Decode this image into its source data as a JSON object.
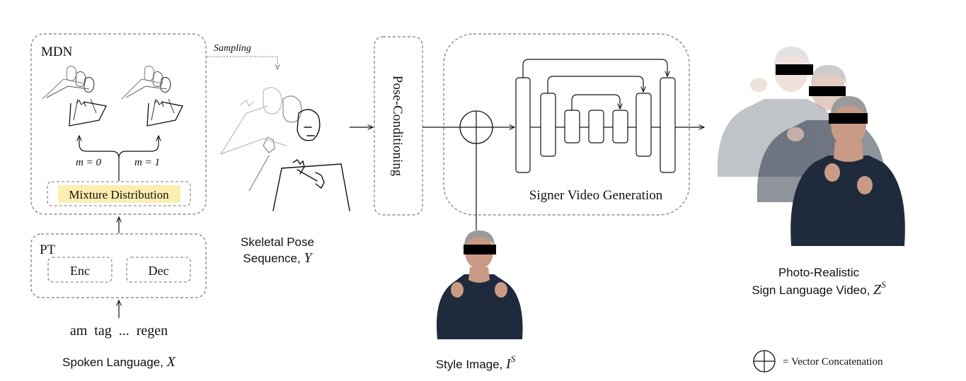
{
  "mdn": {
    "title": "MDN",
    "sampling_label": "Sampling",
    "branch_left": "m = 0",
    "branch_right": "m = 1",
    "mixture_label": "Mixture Distribution",
    "highlight_color": "#fbeeb0"
  },
  "pt": {
    "title": "PT",
    "encoder_label": "Enc",
    "decoder_label": "Dec"
  },
  "input": {
    "tokens": "am  tag  ...  regen",
    "caption_text": "Spoken Language, ",
    "caption_var": "X"
  },
  "pose": {
    "caption_line1": "Skeletal Pose",
    "caption_line2_text": "Sequence, ",
    "caption_line2_var": "Y"
  },
  "conditioning": {
    "label": "Pose-Conditioning"
  },
  "generator": {
    "label": "Signer Video Generation"
  },
  "style": {
    "caption_text": "Style Image, ",
    "caption_var": "I",
    "caption_sup": "S"
  },
  "output": {
    "caption_line1": "Photo-Realistic",
    "caption_line2_text": "Sign Language Video, ",
    "caption_line2_var": "Z",
    "caption_line2_sup": "S"
  },
  "legend": {
    "label": "= Vector Concatenation"
  },
  "colors": {
    "line": "#111111",
    "dashed": "#777777",
    "skin": "#c99a86",
    "clothing": "#1f2a3c",
    "hair": "#9a9a9a",
    "censor": "#000000"
  }
}
